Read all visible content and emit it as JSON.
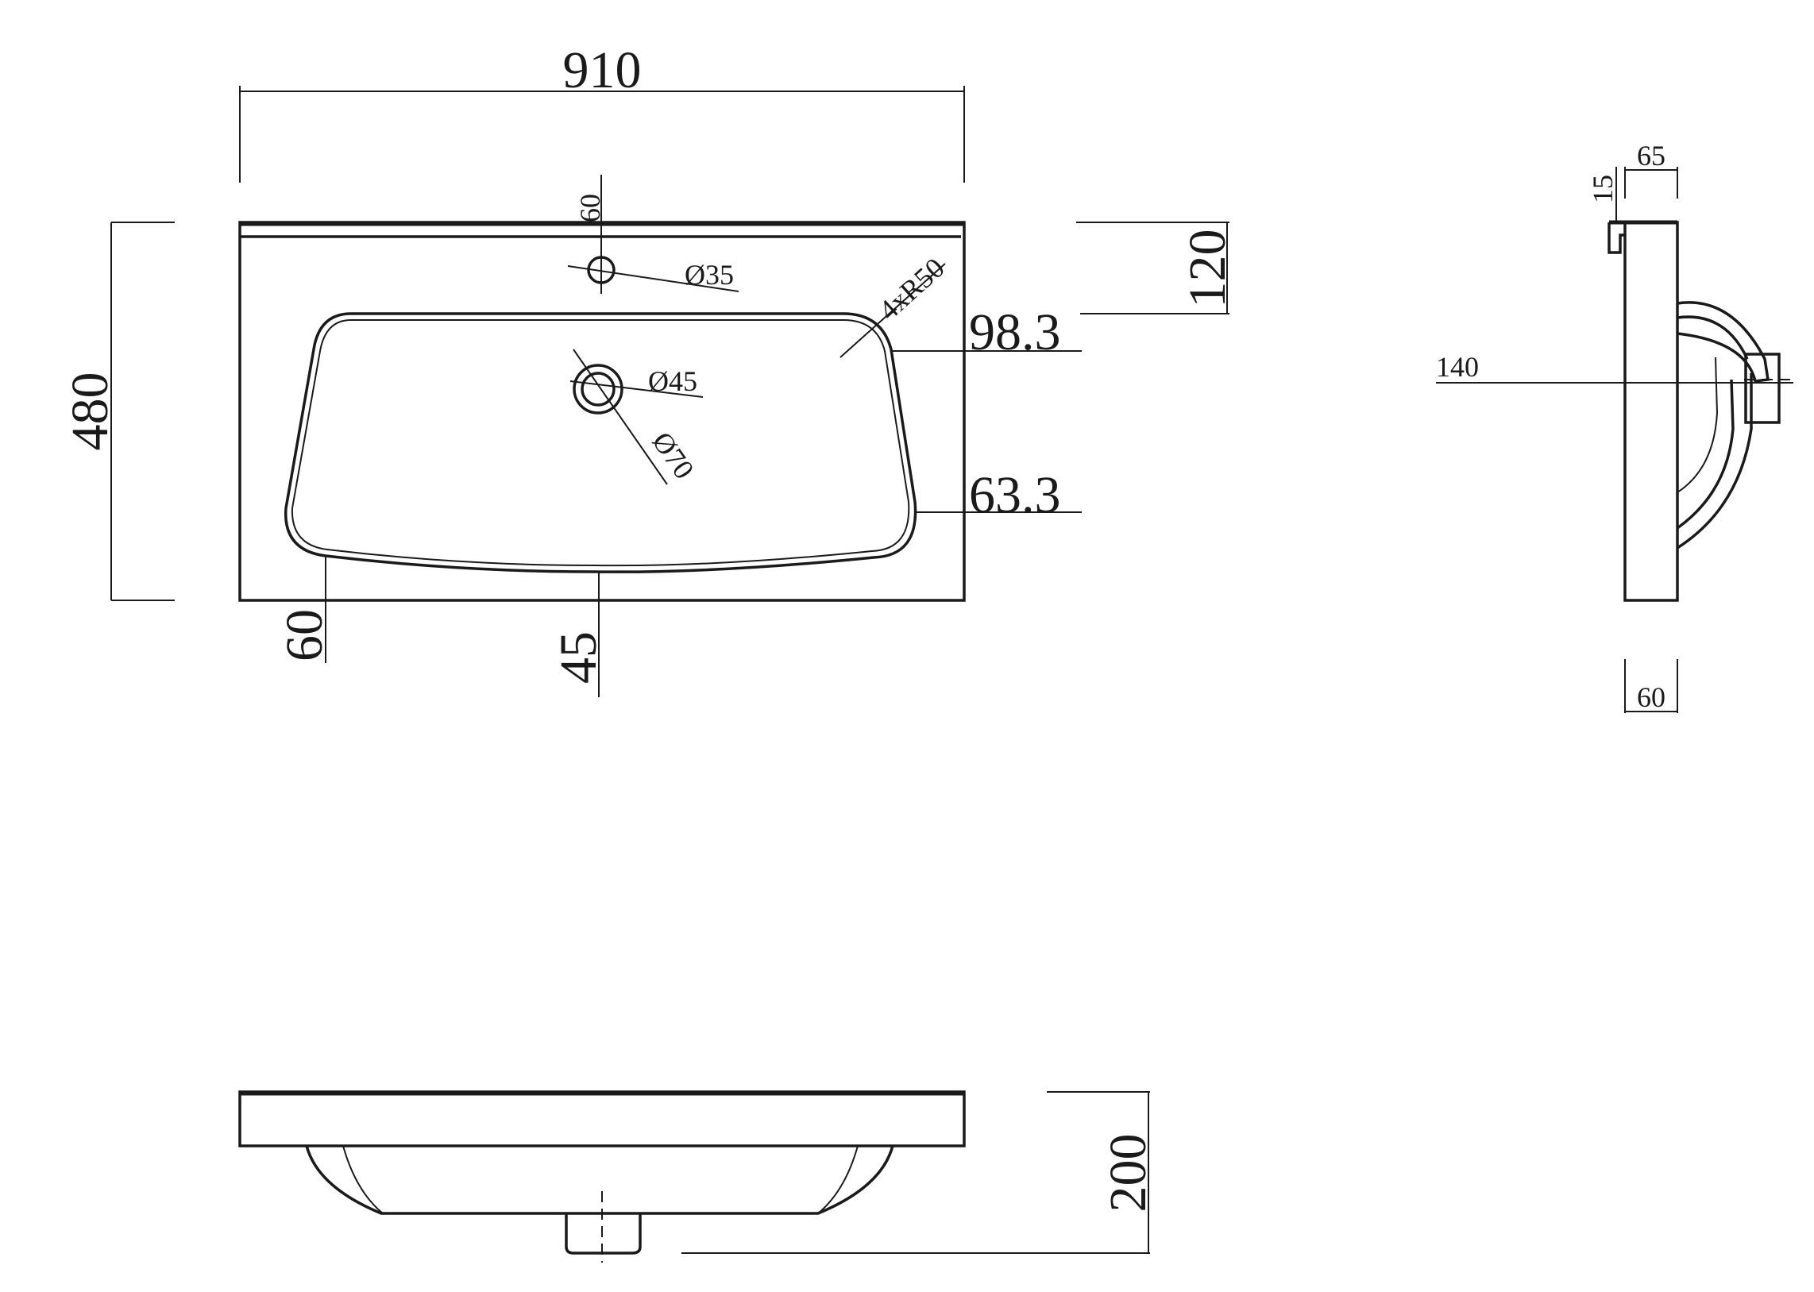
{
  "top_view": {
    "width_label": "910",
    "height_label": "480",
    "faucet_offset_label": "60",
    "faucet_hole_label": "Ø35",
    "drain_hole_label": "Ø45",
    "drain_outer_label": "Ø70",
    "corner_radius_label": "4xR50",
    "back_depth_label": "120",
    "right_top_label": "98.3",
    "right_bottom_label": "63.3",
    "left_bottom_label": "60",
    "front_label": "45"
  },
  "side_view": {
    "top_label": "65",
    "lip_label": "15",
    "projection_label": "140",
    "bottom_label": "60"
  },
  "front_view": {
    "height_label": "200"
  }
}
